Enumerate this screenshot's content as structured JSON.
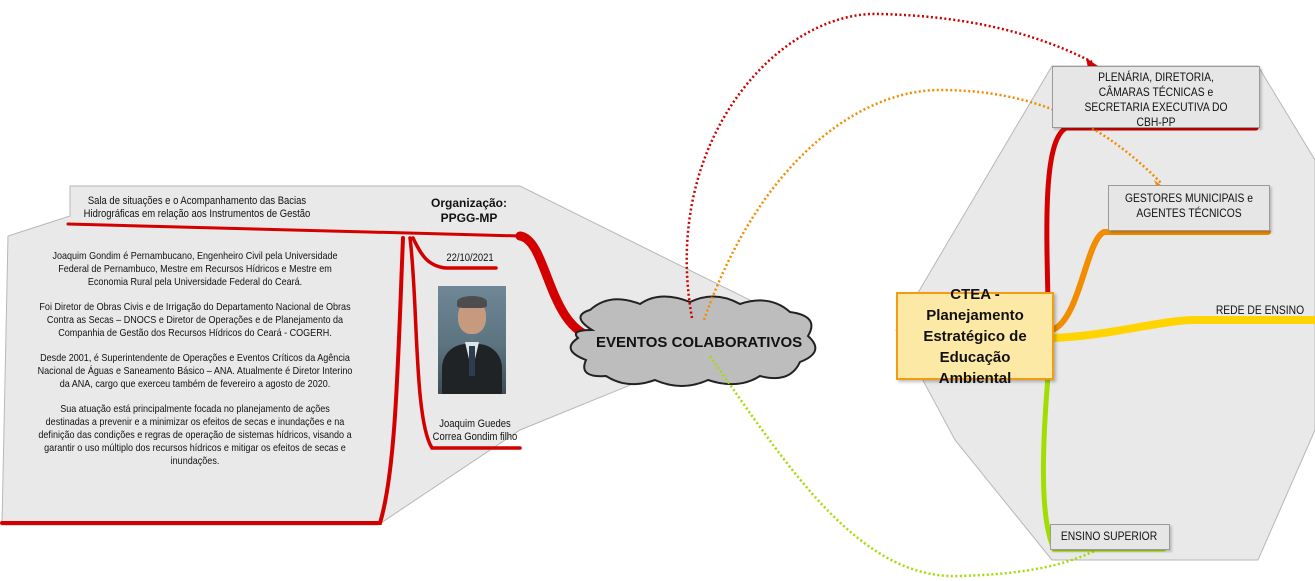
{
  "colors": {
    "red": "#d40000",
    "orange": "#f28c00",
    "yellow": "#ffd400",
    "green": "#a2dd00",
    "central_fill": "#fde9a6",
    "central_border": "#f39c12",
    "panel_fill": "#e9e9e9"
  },
  "left_map": {
    "hub_label": "EVENTOS COLABORATIVOS",
    "topic": "Sala de situações e o Acompanhamento das Bacias Hidrográficas em relação aos Instrumentos de Gestão",
    "organization": "Organização: PPGG-MP",
    "date": "22/10/2021",
    "person_name": "Joaquim Guedes Correa Gondim filho",
    "bio_paragraphs": [
      "Joaquim Gondim é Pernambucano, Engenheiro Civil pela Universidade Federal de Pernambuco, Mestre em Recursos Hídricos e Mestre em Economia Rural pela Universidade Federal do Ceará.",
      "Foi Diretor de Obras Civis e de Irrigação do Departamento Nacional de Obras Contra as Secas – DNOCS e Diretor de Operações e de Planejamento da Companhia de Gestão dos Recursos Hídricos do Ceará - COGERH.",
      "Desde 2001, é Superintendente de Operações e Eventos Críticos da Agência Nacional de Águas e Saneamento Básico – ANA. Atualmente é Diretor Interino da ANA, cargo que exerceu também de fevereiro a agosto de 2020.",
      "Sua atuação está principalmente focada no planejamento de ações destinadas a prevenir e a minimizar os efeitos de secas e inundações e na definição das condições e regras de operação de sistemas hídricos, visando a garantir o uso múltiplo dos recursos hídricos e mitigar os efeitos de secas e inundações."
    ]
  },
  "right_map": {
    "central": "CTEA - Planejamento Estratégico de Educação Ambiental",
    "branches": {
      "plenaria": "PLENÁRIA, DIRETORIA, CÂMARAS TÉCNICAS e SECRETARIA EXECUTIVA DO CBH-PP",
      "gestores": "GESTORES MUNICIPAIS e AGENTES TÉCNICOS",
      "rede": "REDE DE ENSINO",
      "ensino": "ENSINO SUPERIOR"
    }
  }
}
